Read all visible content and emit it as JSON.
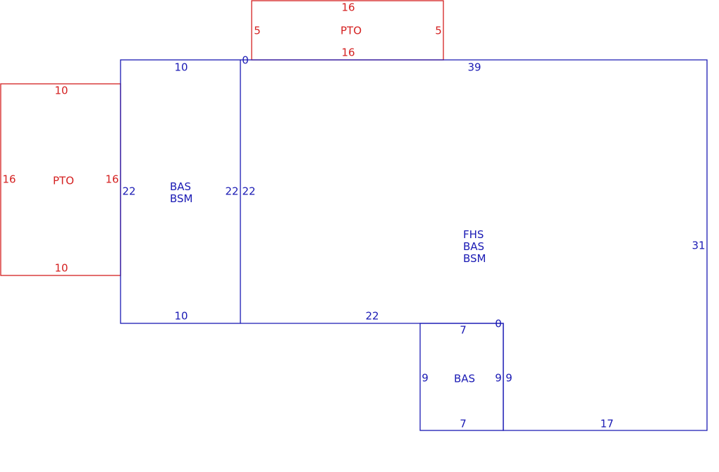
{
  "colors": {
    "living": "#1a1ab4",
    "patio": "#d42020"
  },
  "areas": {
    "pto_top": {
      "codes": [
        "PTO"
      ],
      "dims": {
        "top": "16",
        "bottom": "16",
        "left": "5",
        "right": "5"
      }
    },
    "pto_left": {
      "codes": [
        "PTO"
      ],
      "dims": {
        "top": "10",
        "bottom": "10",
        "left": "16",
        "right": "16"
      }
    },
    "bas_bsm_left": {
      "codes": [
        "BAS",
        "BSM"
      ],
      "dims": {
        "top": "10",
        "bottom": "10",
        "left": "22",
        "right": "22"
      }
    },
    "fhs_bas_bsm": {
      "codes": [
        "FHS",
        "BAS",
        "BSM"
      ],
      "dims": {
        "top": "39",
        "right": "31",
        "left": "22",
        "bottom_left": "22",
        "bottom_right": "17",
        "corner_top": "0",
        "corner_bottom": "0"
      }
    },
    "bas_small": {
      "codes": [
        "BAS"
      ],
      "dims": {
        "top": "7",
        "bottom": "7",
        "left": "9",
        "right_inner": "9",
        "right_outer": "9"
      }
    }
  }
}
